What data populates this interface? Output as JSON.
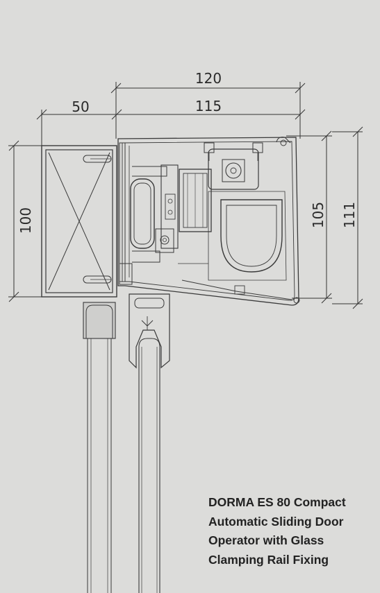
{
  "dimensions": {
    "top_overall": "120",
    "top_housing": "115",
    "top_left": "50",
    "left_height": "100",
    "right_inner": "105",
    "right_outer": "111"
  },
  "caption": {
    "line1": "DORMA ES 80 Compact",
    "line2": "Automatic Sliding Door",
    "line3": "Operator with Glass",
    "line4": "Clamping Rail Fixing"
  },
  "colors": {
    "background": "#dcdcda",
    "line": "#3a3a3a",
    "text": "#222222"
  }
}
